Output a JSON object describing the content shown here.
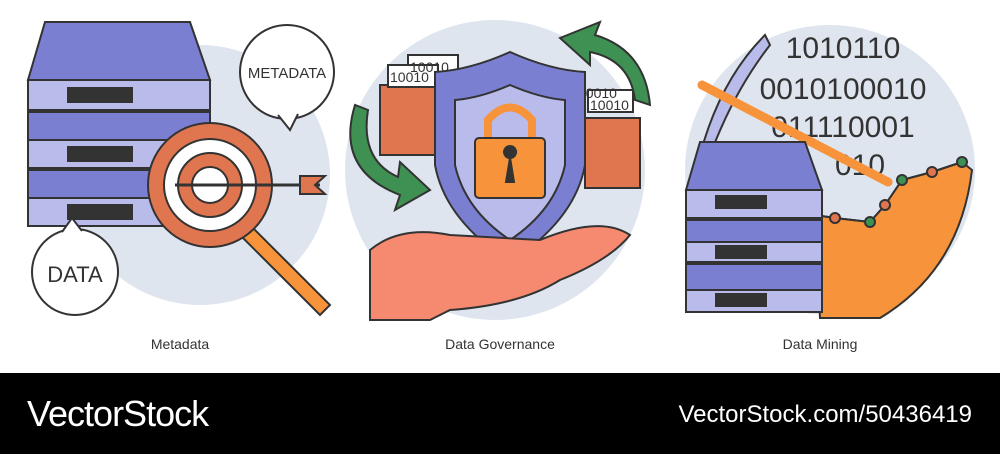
{
  "panels": [
    {
      "caption": "Metadata",
      "bubbles": [
        "METADATA",
        "DATA"
      ]
    },
    {
      "caption": "Data Governance",
      "papers": [
        "10010",
        "10010",
        "10010",
        "10010"
      ]
    },
    {
      "caption": "Data Mining",
      "binary": [
        "1010110",
        "0010100010",
        "011110001",
        "010"
      ]
    }
  ],
  "watermark": {
    "brand": "VectorStock",
    "reference": "VectorStock.com/50436419"
  },
  "colors": {
    "server": "#7b7fd1",
    "server_light": "#b9bbea",
    "orange": "#f7933a",
    "red_orange": "#e0764f",
    "green": "#3e9153",
    "circle": "#dfe5ee",
    "hand": "#f58a70"
  }
}
